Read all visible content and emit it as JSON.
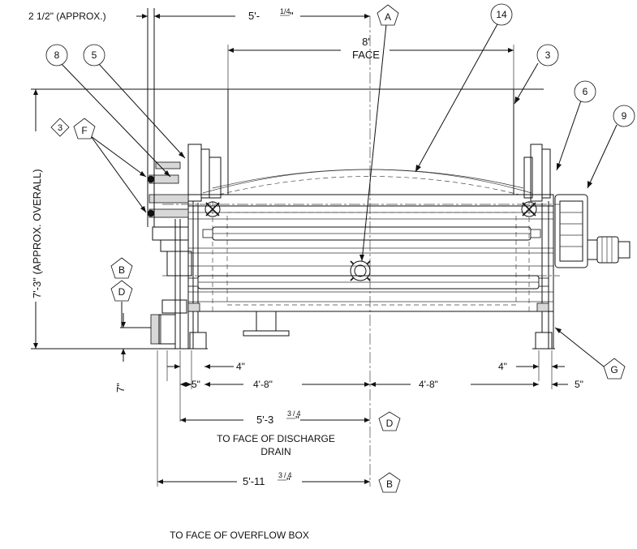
{
  "dimensions": {
    "top_left_offset": "2 1/2\" (APPROX.)",
    "top_width_whole": "5'-",
    "top_width_frac": "1/4",
    "top_width_unit": "\"",
    "face_width": "8'",
    "face_word": "FACE",
    "height_overall": "7'-3\" (APPROX. OVERALL)",
    "base_offset": "7\"",
    "left_inner": "4\"",
    "left_outer": "5\"",
    "left_half": "4'-8\"",
    "right_half": "4'-8\"",
    "right_inner": "4\"",
    "right_outer": "5\"",
    "discharge_whole": "5'-3",
    "discharge_frac": "3/4",
    "discharge_unit": "\"",
    "discharge_note_1": "TO FACE OF DISCHARGE",
    "discharge_note_2": "DRAIN",
    "overflow_whole": "5'-11",
    "overflow_frac": "3/4",
    "overflow_unit": "\"",
    "overflow_note": "TO FACE OF OVERFLOW BOX"
  },
  "balloons": {
    "item_14": "14",
    "item_3_top": "3",
    "item_8": "8",
    "item_5": "5",
    "item_6": "6",
    "item_9": "9"
  },
  "tags": {
    "A": "A",
    "B_side": "B",
    "D_side": "D",
    "F": "F",
    "diamond_3": "3",
    "G": "G",
    "D_dim": "D",
    "B_dim": "B"
  }
}
